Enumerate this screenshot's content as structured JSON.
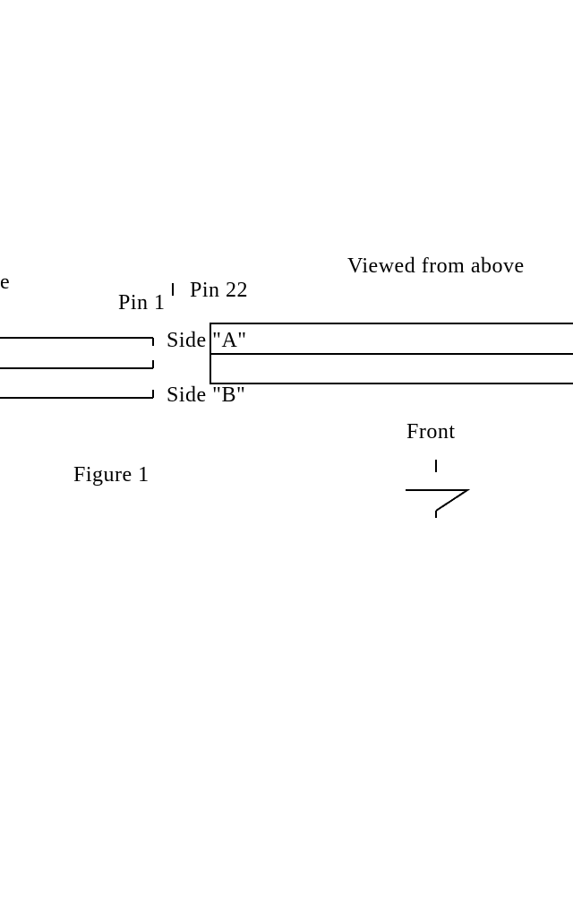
{
  "labels": {
    "viewed_from_above": "Viewed  from  above",
    "pin1": "Pin  1",
    "pin22": "Pin  22",
    "side_a": "Side  \"A\"",
    "side_b": "Side  \"B\"",
    "front": "Front",
    "figure": "Figure  1",
    "clipped_left": "e"
  },
  "colors": {
    "ink": "#000000",
    "paper": "#ffffff"
  }
}
